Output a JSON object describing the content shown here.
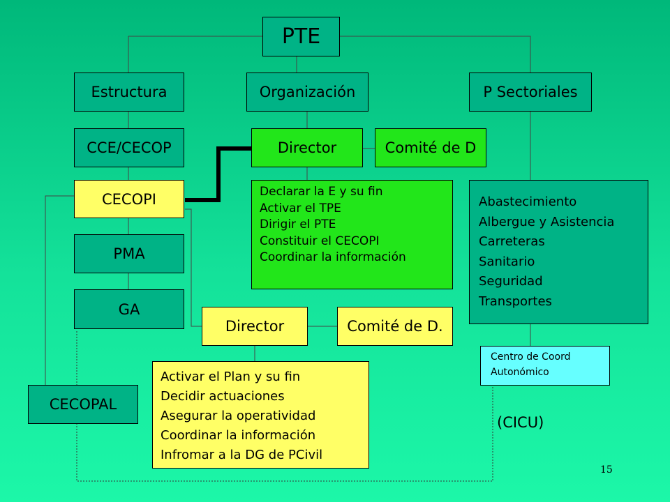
{
  "nodes": {
    "pte": "PTE",
    "estructura": "Estructura",
    "organizacion": "Organización",
    "p_sectoriales": "P Sectoriales",
    "cce_cecop": "CCE/CECOP",
    "director_top": "Director",
    "comite_top": "Comité de D",
    "cecopi": "CECOPI",
    "pma": "PMA",
    "ga": "GA",
    "director_bottom": "Director",
    "comite_bottom": "Comité de D.",
    "cecopal": "CECOPAL",
    "centro": [
      "Centro de Coord",
      "Autonómico"
    ]
  },
  "director_top_tasks": [
    "Declarar la E y su fin",
    "Activar el TPE",
    "Dirigir el PTE",
    "Constituir el CECOPI",
    "Coordinar la información"
  ],
  "sectoriales_list": [
    "Abastecimiento",
    "Albergue y Asistencia",
    "Carreteras",
    "Sanitario",
    "Seguridad",
    "Transportes"
  ],
  "director_bottom_tasks": [
    "Activar el Plan y su fin",
    "Decidir actuaciones",
    "Asegurar la operatividad",
    "Coordinar la información",
    "Infromar a la DG de PCivil"
  ],
  "cicu_label": "(CICU)",
  "page_number": "15",
  "colors": {
    "teal_box": "#00b386",
    "yellow_box": "#ffff66",
    "green_box": "#22e61a",
    "cyan_box": "#66ffff"
  }
}
